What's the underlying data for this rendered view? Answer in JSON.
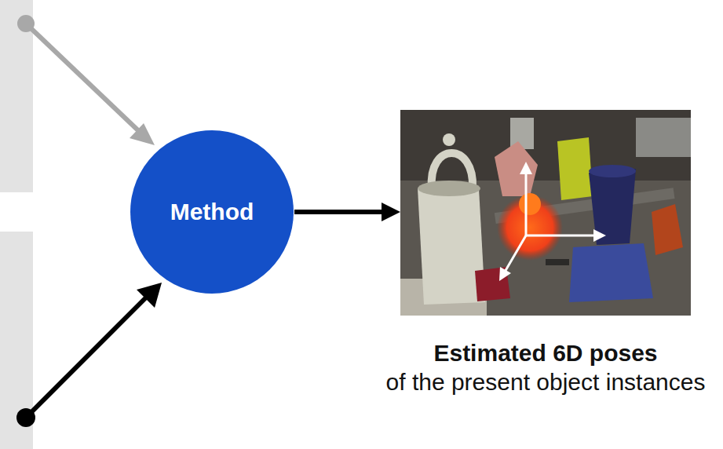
{
  "diagram": {
    "nodes": [
      {
        "text": [
          "Method"
        ]
      },
      {
        "text": [
          "Estimated 6D poses",
          "of the present object instances"
        ]
      }
    ],
    "edges": [
      {
        "from": 0,
        "to": 1,
        "arrow": "to"
      }
    ]
  }
}
